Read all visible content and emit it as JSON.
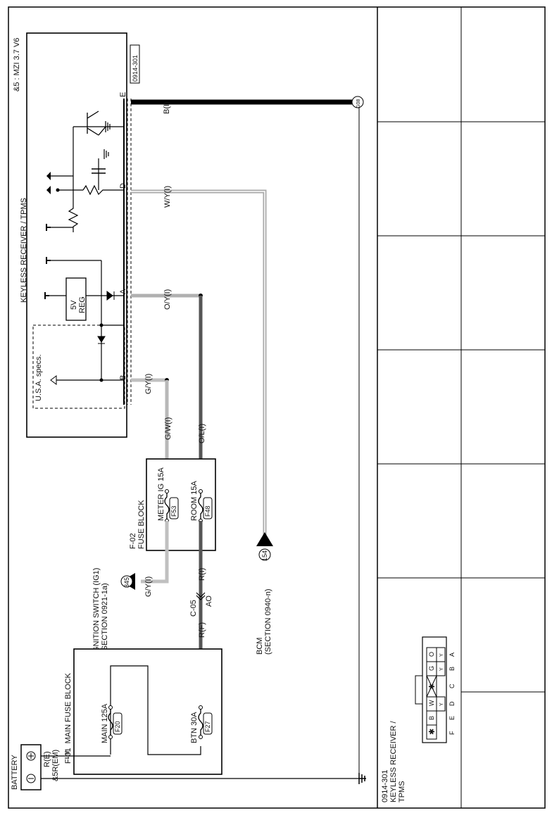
{
  "header": {
    "title": "KEYLESS RECEIVER / TPMS",
    "engine": "&5 : MZI 3.7 V6",
    "connector_ref": "0914-301"
  },
  "receiver": {
    "usa_specs": "U.S.A. specs.",
    "reg_line1": "5V",
    "reg_line2": "REG",
    "pins": [
      "E",
      "D",
      "A",
      "B"
    ]
  },
  "wires": {
    "e": "B(I)",
    "d": "W/Y(I)",
    "a": "O/Y(I)",
    "b": "G/Y(I)",
    "gw": "G/W(I)",
    "ol": "O/L(I)",
    "gy2": "G/Y(I)",
    "ri": "R(I)",
    "rf": "R(F)",
    "battery_wire1": "R(E)",
    "battery_wire2": "&5R(EM)"
  },
  "ground_ref": "G08",
  "fuse_block": {
    "id": "F-02",
    "name": "FUSE BLOCK",
    "fuse1_label": "METER IG 15A",
    "fuse1_id": "F53",
    "fuse2_label": "ROOM 15A",
    "fuse2_id": "F48"
  },
  "main_fuse_block": {
    "id": "F-01",
    "name": "MAIN FUSE BLOCK",
    "fuse1_label": "MAIN 125A",
    "fuse1_id": "F20",
    "fuse2_label": "BTN 30A",
    "fuse2_id": "F27"
  },
  "ignition": {
    "line1": "IGNITION SWITCH (IG1)",
    "line2": "(SECTION 0921-1a)",
    "ref": "345"
  },
  "bcm": {
    "line1": "BCM",
    "line2": "(SECTION 0940-n)",
    "ref": "154"
  },
  "joint": {
    "id": "C-05",
    "ao": "AO"
  },
  "battery": {
    "label": "BATTERY"
  },
  "connector_view": {
    "line1": "0914-301",
    "line2": "KEYLESS RECEIVER /",
    "line3": "TPMS",
    "pins": [
      "F",
      "E",
      "D",
      "C",
      "B",
      "A"
    ],
    "top_cells": [
      "✱",
      "B",
      "W",
      "✱",
      "G",
      "O"
    ],
    "bottom_cells": [
      "",
      "",
      "Y",
      "",
      "Y",
      "Y"
    ]
  }
}
